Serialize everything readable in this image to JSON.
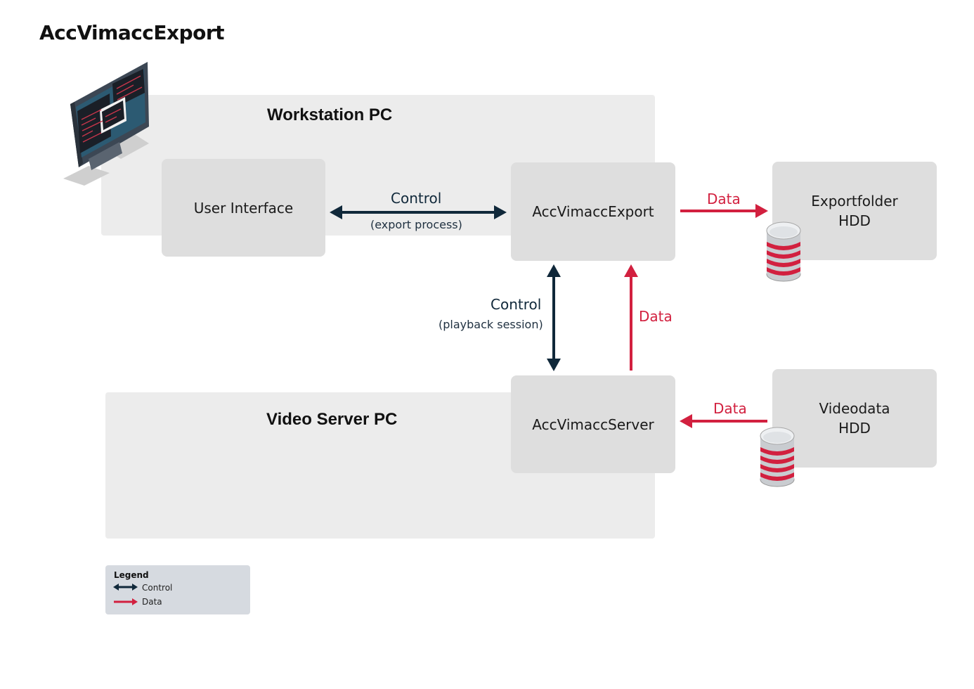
{
  "title": "AccVimaccExport",
  "zones": {
    "workstation": "Workstation PC",
    "server": "Video Server PC"
  },
  "nodes": {
    "user_interface": "User Interface",
    "export": "AccVimaccExport",
    "server": "AccVimaccServer",
    "exportfolder": {
      "line1": "Exportfolder",
      "line2": "HDD"
    },
    "videodata": {
      "line1": "Videodata",
      "line2": "HDD"
    }
  },
  "edges": {
    "ui_export": {
      "label": "Control",
      "sub": "(export process)",
      "kind": "control"
    },
    "export_folder": {
      "label": "Data",
      "kind": "data"
    },
    "export_server_control": {
      "label": "Control",
      "sub": "(playback session)",
      "kind": "control"
    },
    "server_export_data": {
      "label": "Data",
      "kind": "data"
    },
    "video_server": {
      "label": "Data",
      "kind": "data"
    }
  },
  "legend": {
    "title": "Legend",
    "control": "Control",
    "data": "Data"
  },
  "colors": {
    "control": "#10283a",
    "data": "#d2203f",
    "zone": "#ececec",
    "box": "#dedede",
    "legend_bg": "#d6dae0"
  },
  "icons": [
    "monitor-icon",
    "database-icon"
  ]
}
